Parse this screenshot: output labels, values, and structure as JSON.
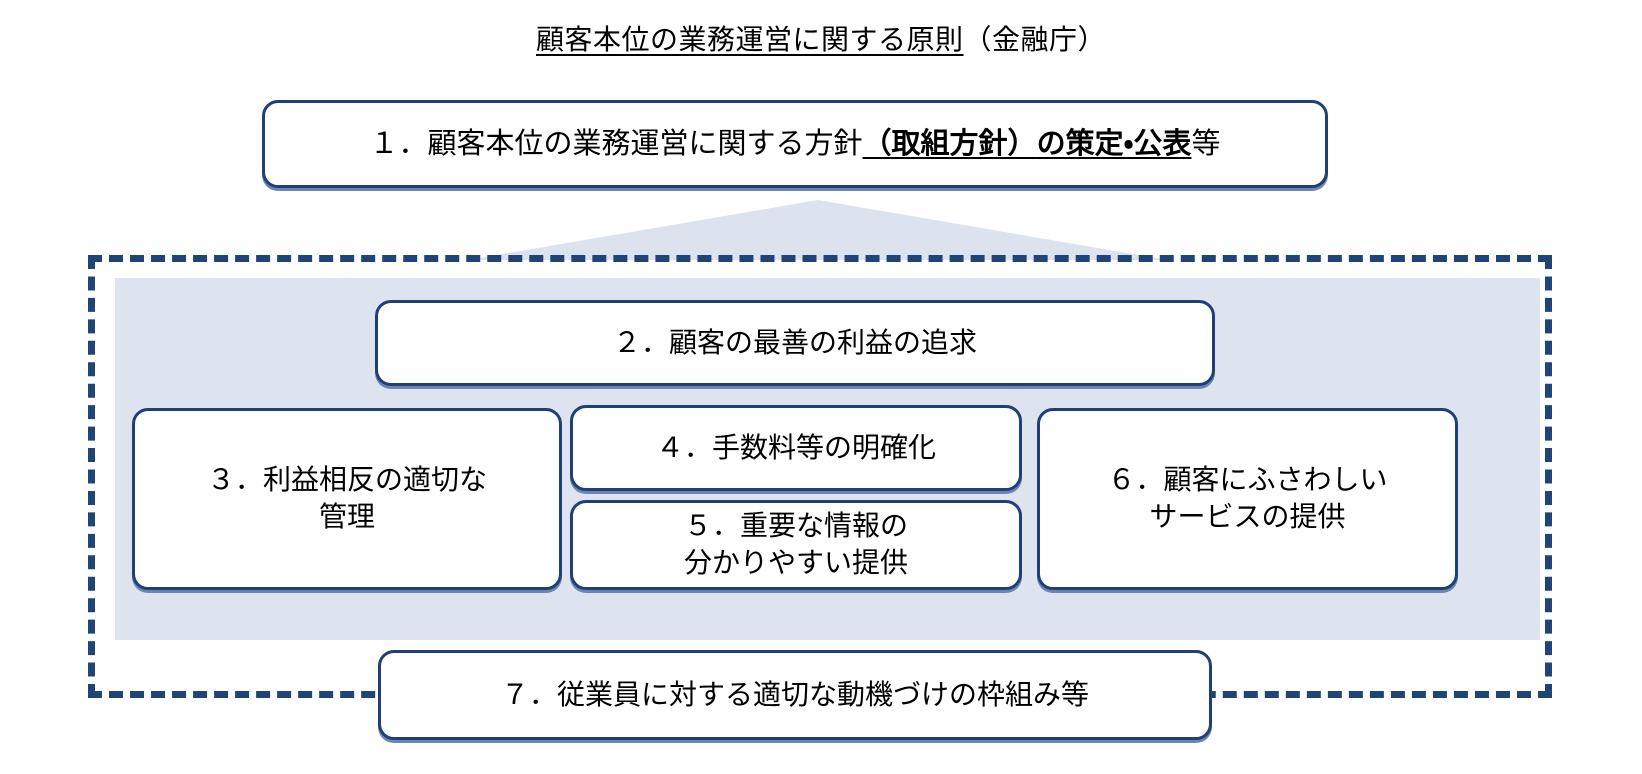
{
  "title": {
    "underlined": "顧客本位の業務運営に関する原則",
    "suffix": "（金融庁）"
  },
  "principles": {
    "box1": {
      "lead": "１．顧客本位の業務運営に関する方針",
      "bold_paren": "（取組方針）",
      "bold_rest": "の策定・公表",
      "tail": "等"
    },
    "box2": {
      "line1": "２．顧客の最善の利益の追求"
    },
    "box3": {
      "line1": "３．利益相反の適切な",
      "line2": "管理"
    },
    "box4": {
      "line1": "４．手数料等の明確化"
    },
    "box5": {
      "line1": "５．重要な情報の",
      "line2": "分かりやすい提供"
    },
    "box6": {
      "line1": "６．顧客にふさわしい",
      "line2": "サービスの提供"
    },
    "box7": {
      "line1": "７．従業員に対する適切な動機づけの枠組み等"
    }
  },
  "colors": {
    "box_border": "#1f3f76",
    "box_shadow": "#6b86b5",
    "dashed_border": "#1f4478",
    "panel_fill": "#dde3ef",
    "arrow_fill": "#dce3ef",
    "background": "#ffffff",
    "text": "#000000"
  },
  "shapes": {
    "arrow": "up-chevron-arrow",
    "frame": "dashed-rectangle-frame"
  }
}
